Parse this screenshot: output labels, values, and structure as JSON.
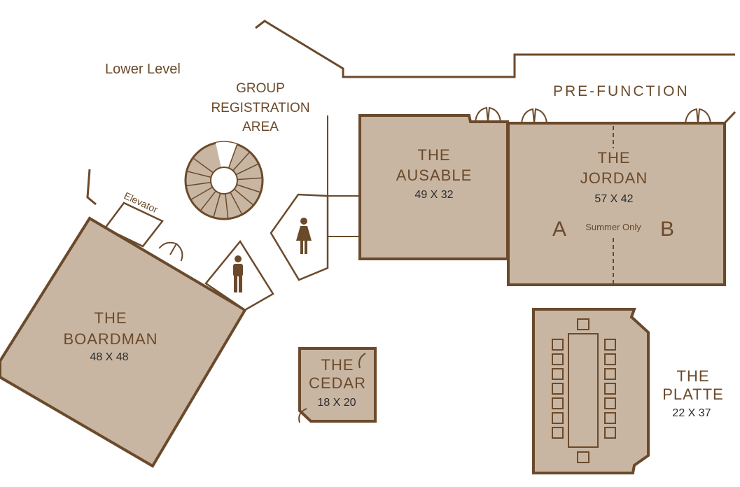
{
  "level_label": "Lower Level",
  "pre_function_label": "PRE-FUNCTION",
  "registration": {
    "line1": "GROUP",
    "line2": "REGISTRATION",
    "line3": "AREA"
  },
  "elevator_label": "Elevator",
  "rooms": {
    "ausable": {
      "line1": "THE",
      "line2": "AUSABLE",
      "dims": "49 X 32"
    },
    "jordan": {
      "line1": "THE",
      "line2": "JORDAN",
      "dims": "57 X 42",
      "section_a": "A",
      "section_b": "B",
      "note": "Summer Only"
    },
    "boardman": {
      "line1": "THE",
      "line2": "BOARDMAN",
      "dims": "48 X 48"
    },
    "cedar": {
      "line1": "THE",
      "line2": "CEDAR",
      "dims": "18 X 20"
    },
    "platte": {
      "line1": "THE",
      "line2": "PLATTE",
      "dims": "22 X 37"
    }
  },
  "icons": {
    "womens_restroom": "woman-icon",
    "mens_restroom": "man-icon",
    "stairs": "spiral-staircase-icon",
    "doors": "double-door-icon"
  },
  "colors": {
    "room_fill": "#c8b6a3",
    "wall": "#6b4a2b",
    "text": "#6b4a2b",
    "dims_text": "#2b2b2b"
  }
}
